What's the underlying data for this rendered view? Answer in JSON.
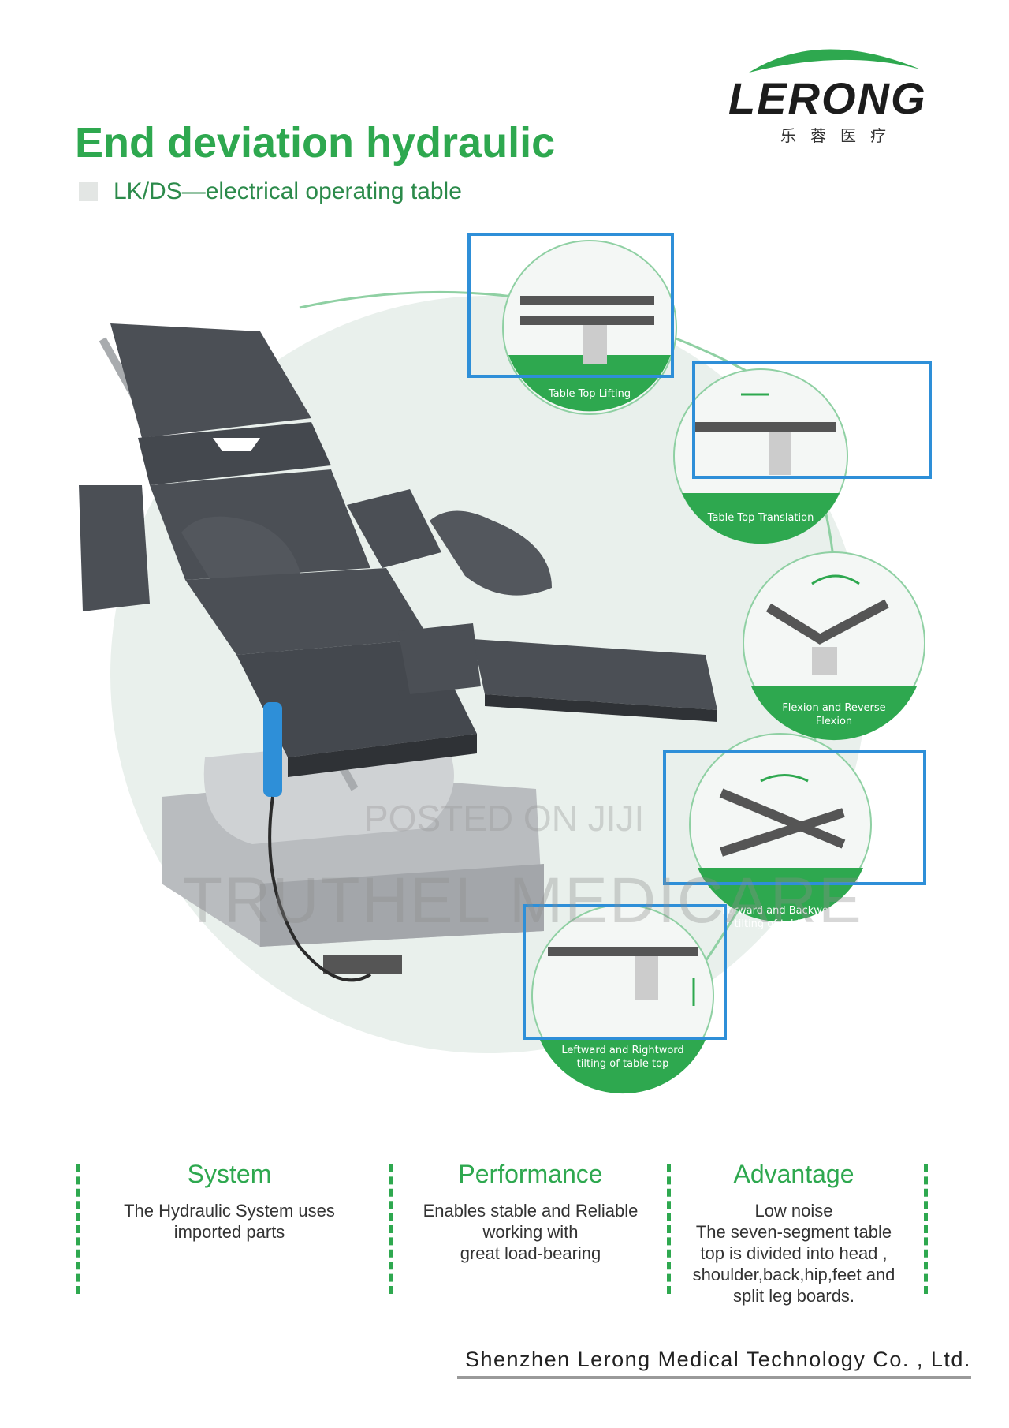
{
  "header": {
    "title": "End deviation hydraulic",
    "subtitle": "LK/DS—electrical operating table"
  },
  "logo": {
    "name": "LERONG",
    "chinese": "乐蓉医疗"
  },
  "features": [
    {
      "label": "Table Top Lifting"
    },
    {
      "label": "Table Top Translation"
    },
    {
      "label": "Flexion and Reverse",
      "label2": "Flexion"
    },
    {
      "label": "Forward and Backword",
      "label2": "tilting of table top"
    },
    {
      "label": "Leftward and Rightword",
      "label2": "tilting of table top"
    }
  ],
  "watermark": {
    "line1": "POSTED ON JIJI",
    "line2": "TRUTHEL MEDICARE"
  },
  "columns": [
    {
      "title": "System",
      "body": "The Hydraulic System uses\nimported parts"
    },
    {
      "title": "Performance",
      "body": "Enables stable and Reliable\nworking with\ngreat load-bearing"
    },
    {
      "title": "Advantage",
      "body": "Low noise\nThe seven-segment table\ntop is divided into head ,\nshoulder,back,hip,feet and\nsplit leg boards."
    }
  ],
  "footer": {
    "company": "Shenzhen Lerong Medical Technology Co. , Ltd."
  },
  "colors": {
    "brand_green": "#2ea84f",
    "highlight_blue": "#2e8fd8",
    "pad_gray": "#4b4f55",
    "steel": "#c9cbcd"
  }
}
